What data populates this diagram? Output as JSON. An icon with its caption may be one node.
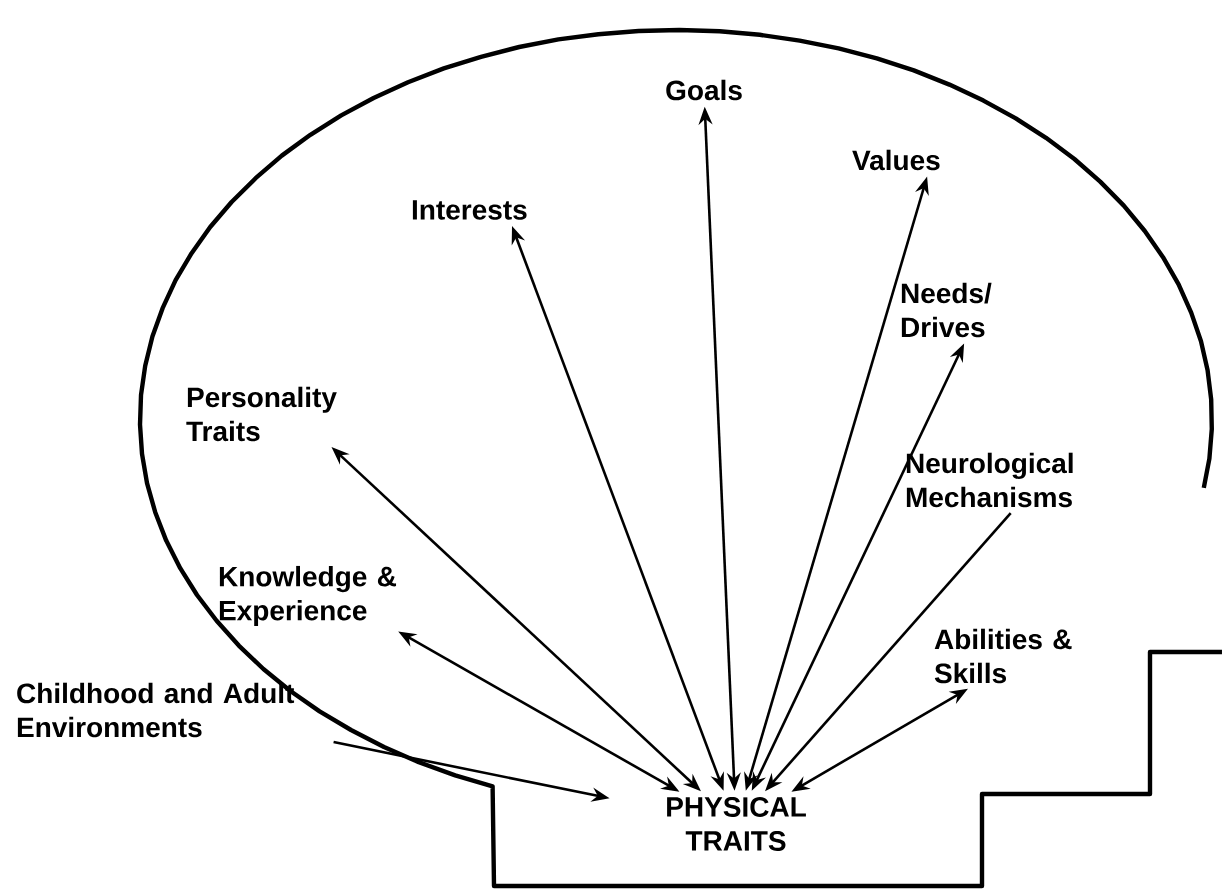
{
  "diagram": {
    "nodes": [
      {
        "text": [
          "Goals"
        ]
      },
      {
        "text": [
          "Values"
        ]
      },
      {
        "text": [
          "Interests"
        ]
      },
      {
        "text": [
          "Needs/ Drives"
        ]
      },
      {
        "text": [
          "Personality Traits"
        ]
      },
      {
        "text": [
          "Neurological Mechanisms"
        ]
      },
      {
        "text": [
          "Knowledge & Experience"
        ]
      },
      {
        "text": [
          "Abilities & Skills"
        ]
      },
      {
        "text": [
          "Childhood and Adult Environments"
        ]
      },
      {
        "text": [
          "PHYSICAL TRAITS"
        ]
      }
    ],
    "edges": [
      {
        "from": 0,
        "to": 9,
        "arrow": "both"
      },
      {
        "from": 1,
        "to": 9,
        "arrow": "both"
      },
      {
        "from": 2,
        "to": 9,
        "arrow": "both"
      },
      {
        "from": 3,
        "to": 9,
        "arrow": "both"
      },
      {
        "from": 4,
        "to": 9,
        "arrow": "both"
      },
      {
        "from": 5,
        "to": 9,
        "arrow": "to"
      },
      {
        "from": 6,
        "to": 9,
        "arrow": "both"
      },
      {
        "from": 7,
        "to": 9,
        "arrow": "both"
      },
      {
        "from": 8,
        "to": 9,
        "arrow": "to"
      }
    ]
  }
}
